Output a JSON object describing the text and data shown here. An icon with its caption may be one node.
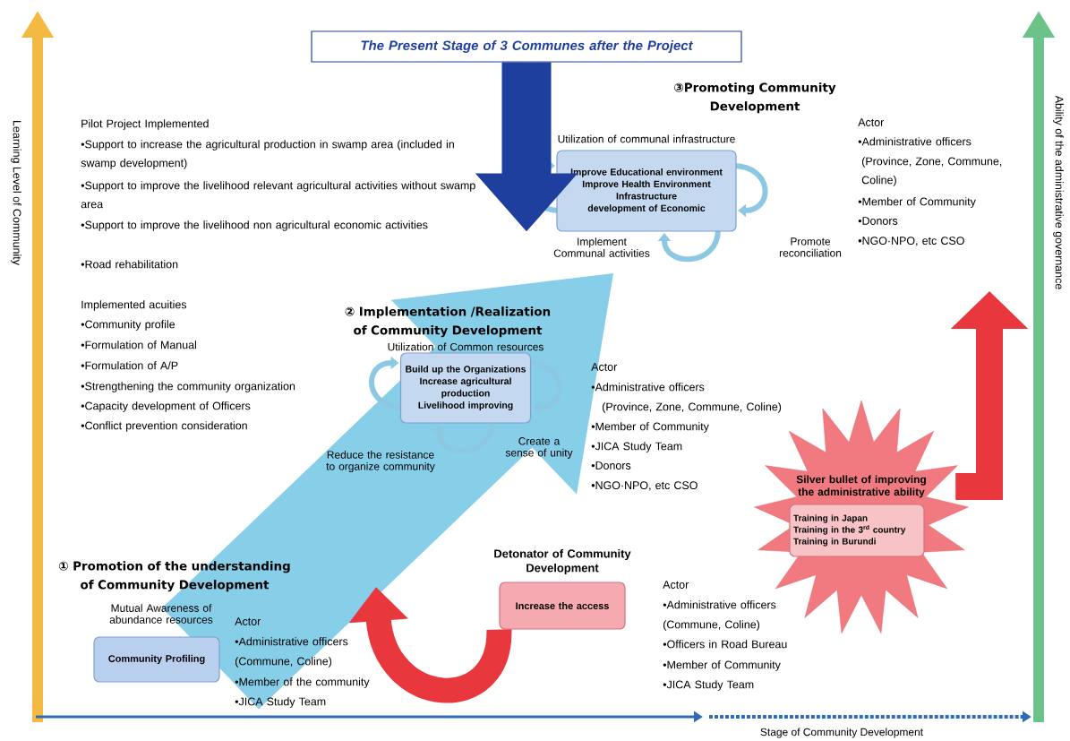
{
  "diagram": {
    "nodes": [
      {
        "text": [
          "The Present Stage of 3 Communes after the Project"
        ]
      },
      {
        "text": [
          "Community Profiling"
        ],
        "beside": [
          "Mutual Awareness of abundance resources"
        ]
      },
      {
        "text": [
          "Increase the access"
        ],
        "beside": [
          "Detonator of Community Development"
        ]
      },
      {
        "text": [
          "Build up the Organizations",
          "Increase agricultural production",
          "Livelihood improving"
        ],
        "beside": [
          "Utilization of Common resources"
        ]
      },
      {
        "text": [
          "Improve Educational environment",
          "Improve Health Environment",
          "Infrastructure development of Economic"
        ],
        "beside": [
          "Utilization of communal infrastructure"
        ]
      },
      {
        "text": [
          "Silver bullet of improving the administrative ability"
        ]
      },
      {
        "text": [
          "Training in Japan",
          "Training in the 3$^{rd}$ country",
          "Training in Burundi"
        ],
        "in": 5
      }
    ],
    "edges": [
      {
        "from": 0,
        "to": 4,
        "arrow": "to",
        "style": "thick",
        "color": "#1f3f9f"
      },
      {
        "from": 2,
        "to": null,
        "arrow": "to",
        "color": "#e8383d"
      },
      {
        "from": 5,
        "to": null,
        "arrow": "to",
        "color": "#e8383d"
      }
    ],
    "labels": [
      "Learning Level of Community",
      "Ability of the administrative governance",
      "Pilot Project Implemented",
      "•Support to increase the agricultural production in swamp area (included in swamp development)",
      "•Support to improve the livelihood relevant agricultural activities without swamp area",
      "•Support to improve the livelihood non agricultural economic activities",
      "•Road rehabilitation",
      "Implemented acuities",
      "•Community profile",
      "•Formulation of Manual",
      "•Formulation of A/P",
      "•Strengthening the community organization",
      "•Capacity development of Officers",
      "•Conflict prevention consideration",
      "③Promoting Community Development",
      "Actor",
      "•Administrative officers",
      "(Province, Zone, Commune, Coline)",
      "•Member of Community",
      "•Donors",
      "•NGO·NPO, etc CSO",
      "Implement Communal activities",
      "Promote reconciliation",
      "② Implementation /Realization of Community Development",
      "Actor",
      "•Administrative officers",
      "(Province, Zone, Commune, Coline)",
      "•Member of Community",
      "•JICA Study Team",
      "•Donors",
      "•NGO·NPO, etc CSO",
      "Reduce the resistance to organize community",
      "Create a sense of unity",
      "① Promotion of the understanding of Community Development",
      "Actor",
      "•Administrative officers",
      "(Commune, Coline)",
      "•Member of the community",
      "•JICA Study Team",
      "Actor",
      "•Administrative officers",
      "(Commune, Coline)",
      "•Officers in Road Bureau",
      "•Member of Community",
      "•JICA Study Team",
      "Stage of Community Development"
    ]
  }
}
